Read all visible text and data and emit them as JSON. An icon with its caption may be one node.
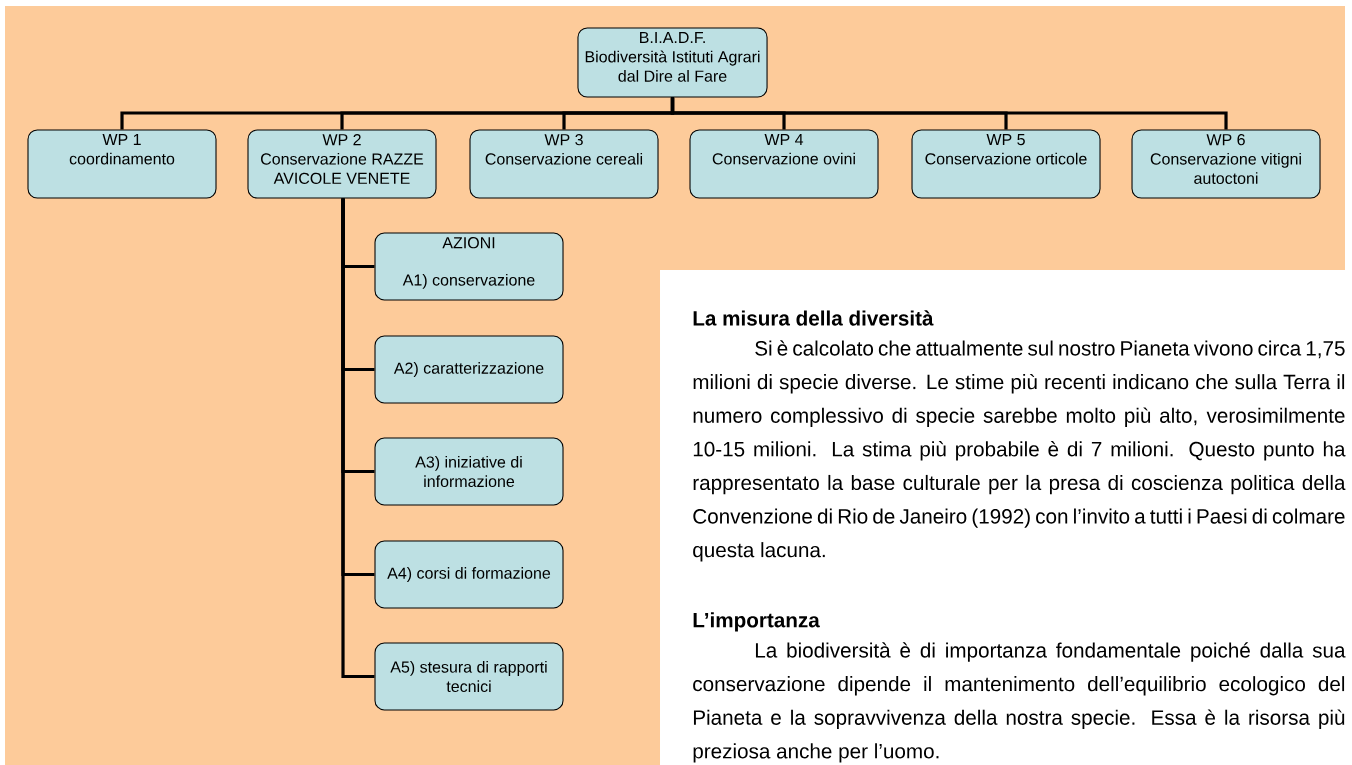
{
  "diagram": {
    "nodes": [
      {
        "text": [
          "B.I.A.D.F.",
          "Biodiversità Istituti Agrari dal Dire al Fare"
        ]
      },
      {
        "text": [
          "WP 1",
          "coordinamento"
        ]
      },
      {
        "text": [
          "WP 2",
          "Conservazione RAZZE AVICOLE VENETE"
        ]
      },
      {
        "text": [
          "WP 3",
          "Conservazione cereali"
        ]
      },
      {
        "text": [
          "WP 4",
          "Conservazione ovini"
        ]
      },
      {
        "text": [
          "WP 5",
          "Conservazione orticole"
        ]
      },
      {
        "text": [
          "WP 6",
          "Conservazione vitigni autoctoni"
        ]
      },
      {
        "text": [
          "AZIONI",
          "A1) conservazione"
        ]
      },
      {
        "text": [
          "A2) caratterizzazione"
        ]
      },
      {
        "text": [
          "A3) iniziative di informazione"
        ]
      },
      {
        "text": [
          "A4) corsi di formazione"
        ]
      },
      {
        "text": [
          "A5) stesura di rapporti tecnici"
        ]
      }
    ],
    "edges": [
      {
        "from": 0,
        "to": 1,
        "arrow": "none"
      },
      {
        "from": 0,
        "to": 2,
        "arrow": "none"
      },
      {
        "from": 0,
        "to": 3,
        "arrow": "none"
      },
      {
        "from": 0,
        "to": 4,
        "arrow": "none"
      },
      {
        "from": 0,
        "to": 5,
        "arrow": "none"
      },
      {
        "from": 0,
        "to": 6,
        "arrow": "none"
      },
      {
        "from": 2,
        "to": 7,
        "arrow": "none"
      },
      {
        "from": 2,
        "to": 8,
        "arrow": "none"
      },
      {
        "from": 2,
        "to": 9,
        "arrow": "none"
      },
      {
        "from": 2,
        "to": 10,
        "arrow": "none"
      },
      {
        "from": 2,
        "to": 11,
        "arrow": "none"
      }
    ],
    "labels": [
      "La misura della diversità",
      "Si è calcolato che attualmente sul nostro Pianeta vivono circa 1,75 milioni di specie diverse. Le stime più recenti indicano che sulla Terra il numero complessivo di specie sarebbe molto più alto, verosimilmente 10-15 milioni. La stima più probabile è di 7 milioni. Questo punto ha rappresentato la base culturale per la presa di coscienza politica della Convenzione di Rio de Janeiro (1992) con l’invito a tutti i Paesi di colmare questa lacuna.",
      "L’importanza",
      "La biodiversità è di importanza fondamentale poiché dalla sua conservazione dipende il mantenimento dell’equilibrio ecologico del Pianeta e la sopravvivenza della nostra specie. Essa è la risorsa più preziosa anche per l’uomo."
    ]
  }
}
